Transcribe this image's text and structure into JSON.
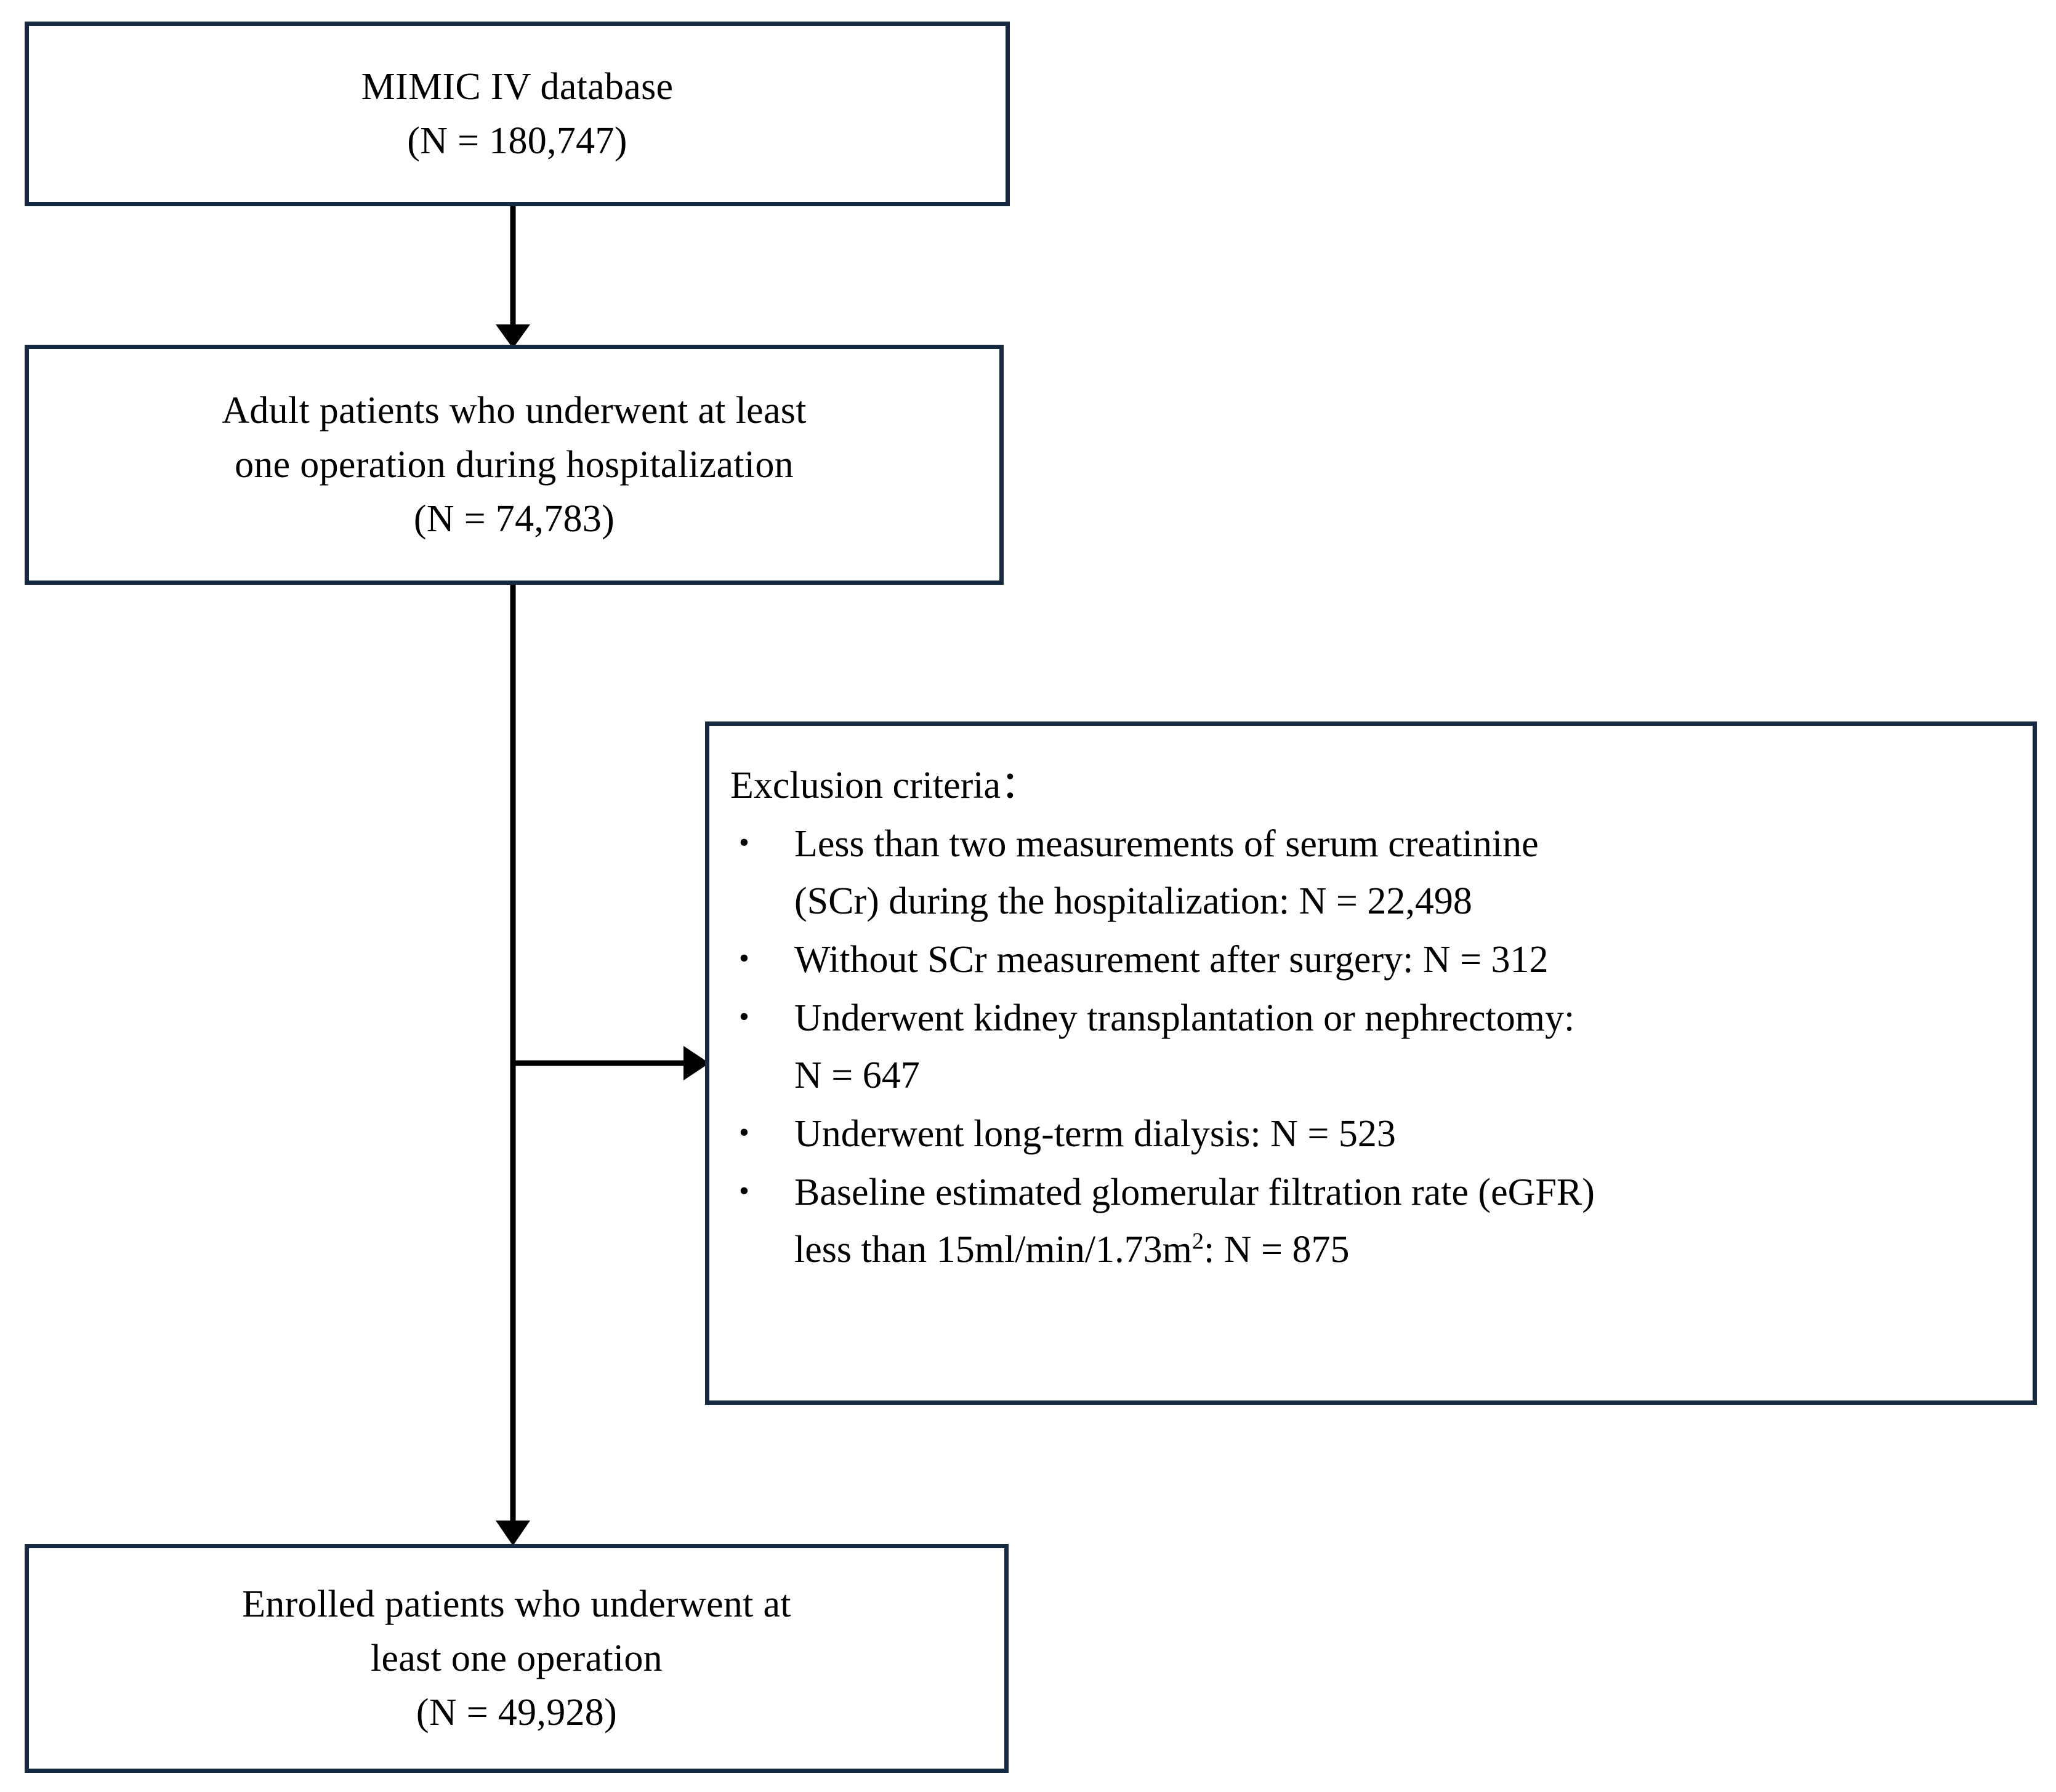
{
  "figure": {
    "type": "study-flow-diagram",
    "title": "Patient selection flowchart",
    "border_color": "#152a40",
    "connector_color": "#000000",
    "background_color": "#ffffff"
  },
  "nodes": {
    "source": {
      "name": "MIMIC IV database",
      "lines": [
        "MIMIC IV database",
        "(N = 180,747)"
      ],
      "count_label": "(N = 180,747)",
      "count": 180747
    },
    "adult": {
      "name": "Adult patients who underwent at least one operation during hospitalization",
      "lines": [
        "Adult patients who underwent at least",
        "one operation during hospitalization",
        "(N = 74,783)"
      ],
      "count_label": "(N = 74,783)",
      "count": 74783
    },
    "exclusion": {
      "heading": "Exclusion criteria：",
      "bullet_glyph": "•",
      "items": [
        {
          "lines": [
            "Less than two measurements  of serum creatinine",
            "(SCr) during the hospitalization:  N = 22,498"
          ],
          "label": "Less than two measurements of serum creatinine (SCr) during the hospitalization",
          "count_label": "N = 22,498",
          "count": 22498
        },
        {
          "lines": [
            "Without SCr measurement  after surgery: N = 312"
          ],
          "label": "Without SCr measurement after surgery",
          "count_label": "N = 312",
          "count": 312
        },
        {
          "lines": [
            "Underwent  kidney  transplantation  or nephrectomy:",
            "N = 647"
          ],
          "label": "Underwent kidney transplantation or nephrectomy",
          "count_label": "N = 647",
          "count": 647
        },
        {
          "lines": [
            "Underwent  long-term  dialysis:  N = 523"
          ],
          "label": "Underwent long-term dialysis",
          "count_label": "N = 523",
          "count": 523
        },
        {
          "lines_html": [
            "Baseline estimated glomerular filtration rate (eGFR)",
            "less than  15ml/min/1.73m<sup class=\"exp\">2</sup>: N = 875"
          ],
          "label": "Baseline estimated glomerular filtration rate (eGFR) less than 15ml/min/1.73m2",
          "count_label": "N = 875",
          "count": 875
        }
      ]
    },
    "enrolled": {
      "name": "Enrolled patients who underwent at least one operation",
      "lines": [
        "Enrolled patients who underwent at",
        "least one operation",
        "(N = 49,928)"
      ],
      "count_label": "(N = 49,928)",
      "count": 49928
    }
  },
  "connectors": [
    {
      "id": "source-to-adult",
      "from": "source",
      "to": "adult",
      "orientation": "vertical",
      "arrowhead": "down"
    },
    {
      "id": "adult-to-exclusion",
      "from": "adult",
      "to": "exclusion",
      "orientation": "horizontal",
      "arrowhead": "right"
    },
    {
      "id": "adult-to-enrolled",
      "from": "adult",
      "to": "enrolled",
      "orientation": "vertical",
      "arrowhead": "down"
    }
  ]
}
